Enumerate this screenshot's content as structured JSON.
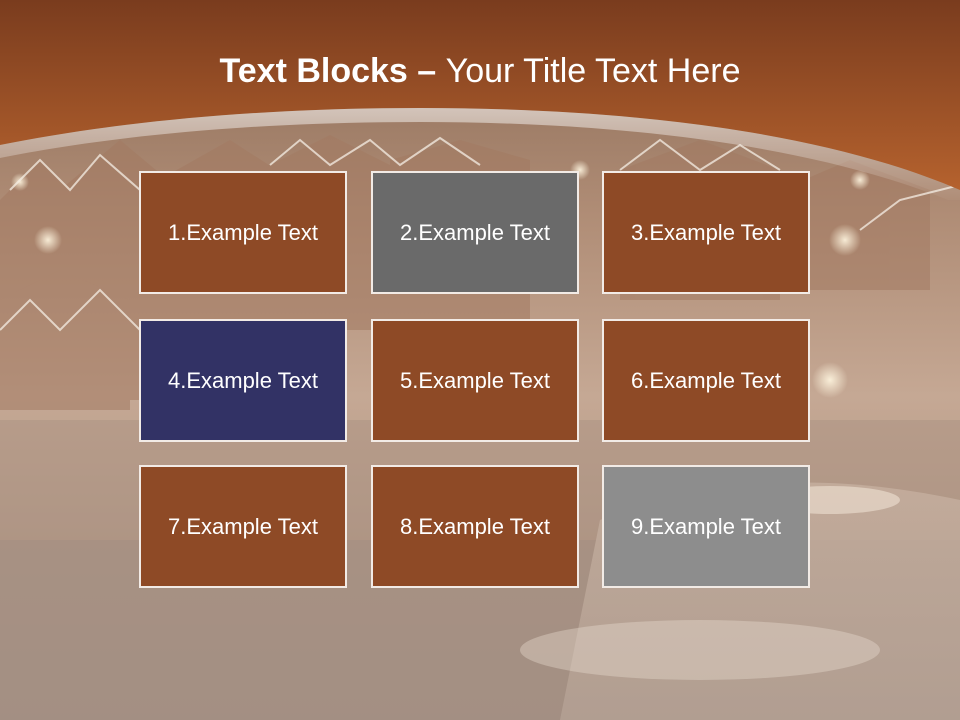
{
  "slide": {
    "title_bold": "Text Blocks",
    "title_sep": " – ",
    "title_rest": "Your Title Text Here"
  },
  "blocks": [
    {
      "label": "1.Example Text",
      "color": "#8e4a26"
    },
    {
      "label": "2.Example Text",
      "color": "#6a6a6a"
    },
    {
      "label": "3.Example Text",
      "color": "#8e4a26"
    },
    {
      "label": "4.Example Text",
      "color": "#323265"
    },
    {
      "label": "5.Example Text",
      "color": "#8e4a26"
    },
    {
      "label": "6.Example Text",
      "color": "#8e4a26"
    },
    {
      "label": "7.Example Text",
      "color": "#8e4a26"
    },
    {
      "label": "8.Example Text",
      "color": "#8e4a26"
    },
    {
      "label": "9.Example Text",
      "color": "#8d8d8d"
    }
  ],
  "colors": {
    "header": "#8a4a24",
    "header_light": "#b5622e"
  }
}
